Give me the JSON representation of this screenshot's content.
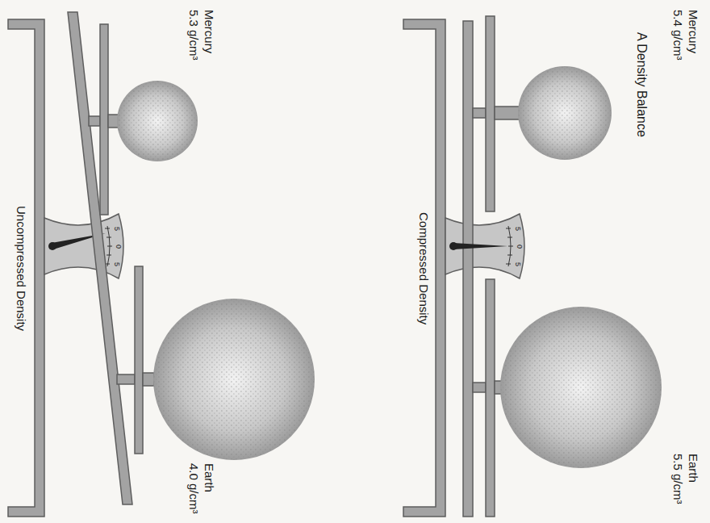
{
  "diagram": {
    "title": "A Density Balance",
    "nodes": [
      {
        "text": [
          "Mercury",
          "5.4 g/cm³"
        ]
      },
      {
        "text": [
          "Earth",
          "5.5 g/cm³"
        ]
      },
      {
        "text": [
          "Mercury",
          "5.3 g/cm³"
        ]
      },
      {
        "text": [
          "Earth",
          "4.0 g/cm³"
        ]
      }
    ],
    "labels": [
      "5",
      "0",
      "5",
      "Compressed Density",
      "5",
      "0",
      "5",
      "Uncompressed Density"
    ]
  }
}
